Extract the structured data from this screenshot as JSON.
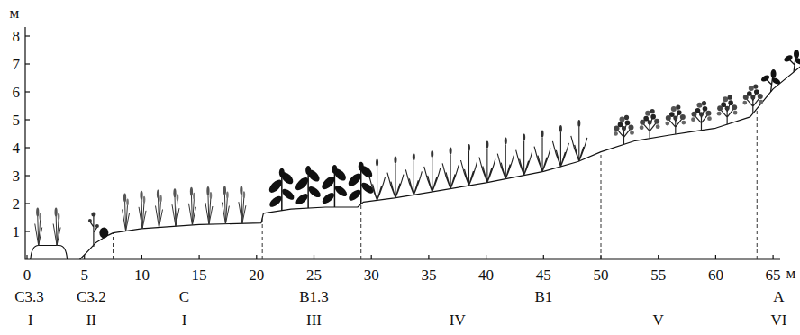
{
  "diagram": {
    "labels": [
      "м",
      "1",
      "2",
      "3",
      "4",
      "5",
      "6",
      "7",
      "8",
      "0",
      "5",
      "10",
      "15",
      "20",
      "25",
      "30",
      "35",
      "40",
      "45",
      "50",
      "55",
      "60",
      "65",
      "м",
      "C3.3",
      "C3.2",
      "C",
      "B1.3",
      "B1",
      "A",
      "I",
      "II",
      "I",
      "III",
      "IV",
      "V",
      "VI"
    ]
  }
}
